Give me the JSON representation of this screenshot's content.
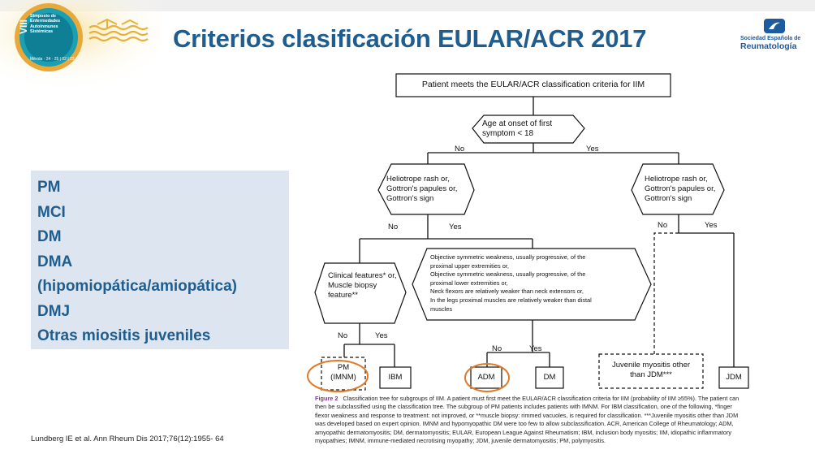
{
  "event_logo": {
    "roman": "VIII",
    "lines": [
      "Simposio de",
      "Enfermedades",
      "Autoinmunes",
      "Sistémicas"
    ],
    "date": "Mérida · 24 · 25 | 02 | 23"
  },
  "title": "Criterios clasificación EULAR/ACR 2017",
  "society_logo": {
    "line1": "Sociedad Española de",
    "line2": "Reumatología"
  },
  "subtypes": [
    "PM",
    "MCI",
    "DM",
    "DMA",
    "(hipomiopática/amiopática)",
    "DMJ",
    "Otras miositis juveniles"
  ],
  "citation": "Lundberg IE et al. Ann Rheum Dis 2017;76(12):1955- 64",
  "flowchart": {
    "root": "Patient meets the EULAR/ACR classification criteria for IIM",
    "age": "Age at onset of first symptom < 18",
    "no": "No",
    "yes": "Yes",
    "helio_left": "Heliotrope rash or, Gottron's papules or, Gottron's sign",
    "helio_right": "Heliotrope rash or, Gottron's papules or, Gottron's sign",
    "clinical": "Clinical features* or, Muscle biopsy feature**",
    "weakness": [
      "Objective symmetric weakness, usually progressive, of the",
      "proximal upper extremities  or,",
      "Objective symmetric weakness, usually progressive, of the",
      "proximal lower extremities or,",
      "Neck flexors are relatively weaker than neck extensors or,",
      "In the legs proximal  muscles are relatively weaker than distal",
      "muscles"
    ],
    "pm": "PM (IMNM)",
    "ibm": "IBM",
    "adm": "ADM",
    "dm": "DM",
    "juvenile": "Juvenile myositis other than JDM***",
    "jdm": "JDM"
  },
  "caption": {
    "label": "Figure 2",
    "text": "Classification tree for subgroups of IIM. A patient must first meet the EULAR/ACR classification criteria for IIM (probability of IIM ≥55%). The patient can then be subclassified using the classification tree. The subgroup of PM patients includes patients with IMNM. For IBM classification, one of the following, *finger flexor weakness and response to treatment: not improved, or **muscle biopsy: rimmed vacuoles, is required for classification. ***Juvenile myositis other than JDM was developed based on expert opinion. IMNM and hypomyopathic DM were too few to allow subclassification. ACR, American College of Rheumatology; ADM, amyopathic dermatomyositis; DM, dermatomyositis; EULAR, European League Against Rheumatism; IBM, inclusion body myositis; IIM, idiopathic inflammatory myopathies; IMNM, immune-mediated necrotising myopathy; JDM, juvenile dermatomyositis; PM, polymyositis."
  },
  "colors": {
    "title": "#1f5d8f",
    "highlight_circle": "#e07a2a",
    "box_fill": "#dde6f0",
    "logo_gold": "#e8b23a"
  }
}
